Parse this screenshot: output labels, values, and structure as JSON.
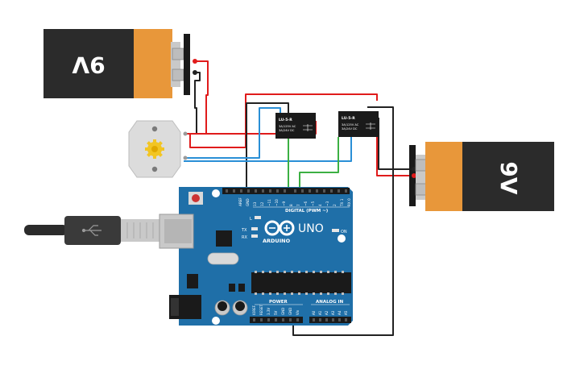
{
  "battery_left": {
    "label": "9V"
  },
  "battery_right": {
    "label": "9V"
  },
  "relay_left": {
    "model": "LU-5-R",
    "rating_ac": "3A/125V AC",
    "rating_dc": "3A/24V DC"
  },
  "relay_right": {
    "model": "LU-5-R",
    "rating_ac": "3A/125V AC",
    "rating_dc": "3A/24V DC"
  },
  "arduino": {
    "logo_text": "ARDUINO",
    "model": "UNO",
    "on_label": "ON",
    "digital_label": "DIGITAL (PWM ~)",
    "power_label": "POWER",
    "analog_label": "ANALOG IN",
    "tx_label": "TX",
    "rx_label": "RX",
    "l_label": "L",
    "aref_label": "AREF",
    "gnd_label": "GND",
    "digital_pins": [
      "13",
      "12",
      "~11",
      "~10",
      "~9",
      "8",
      "7",
      "~6",
      "~5",
      "4",
      "~3",
      "2",
      "TX 1",
      "RX 0"
    ],
    "power_pins": [
      "IOREF",
      "RESET",
      "3.3V",
      "5V",
      "GND",
      "GND",
      "Vin"
    ],
    "analog_pins": [
      "A0",
      "A1",
      "A2",
      "A3",
      "A4",
      "A5"
    ]
  },
  "colors": {
    "wire_red": "#e01b1b",
    "wire_black": "#222222",
    "wire_blue": "#2a8fd6",
    "wire_green": "#3cb043",
    "board": "#1f6fa8",
    "battery_body": "#2b2b2b",
    "battery_cap": "#e8973a",
    "relay": "#1a1a1a"
  },
  "icons": [
    "motor-gear-icon",
    "usb-cable-icon",
    "reset-button-icon"
  ]
}
